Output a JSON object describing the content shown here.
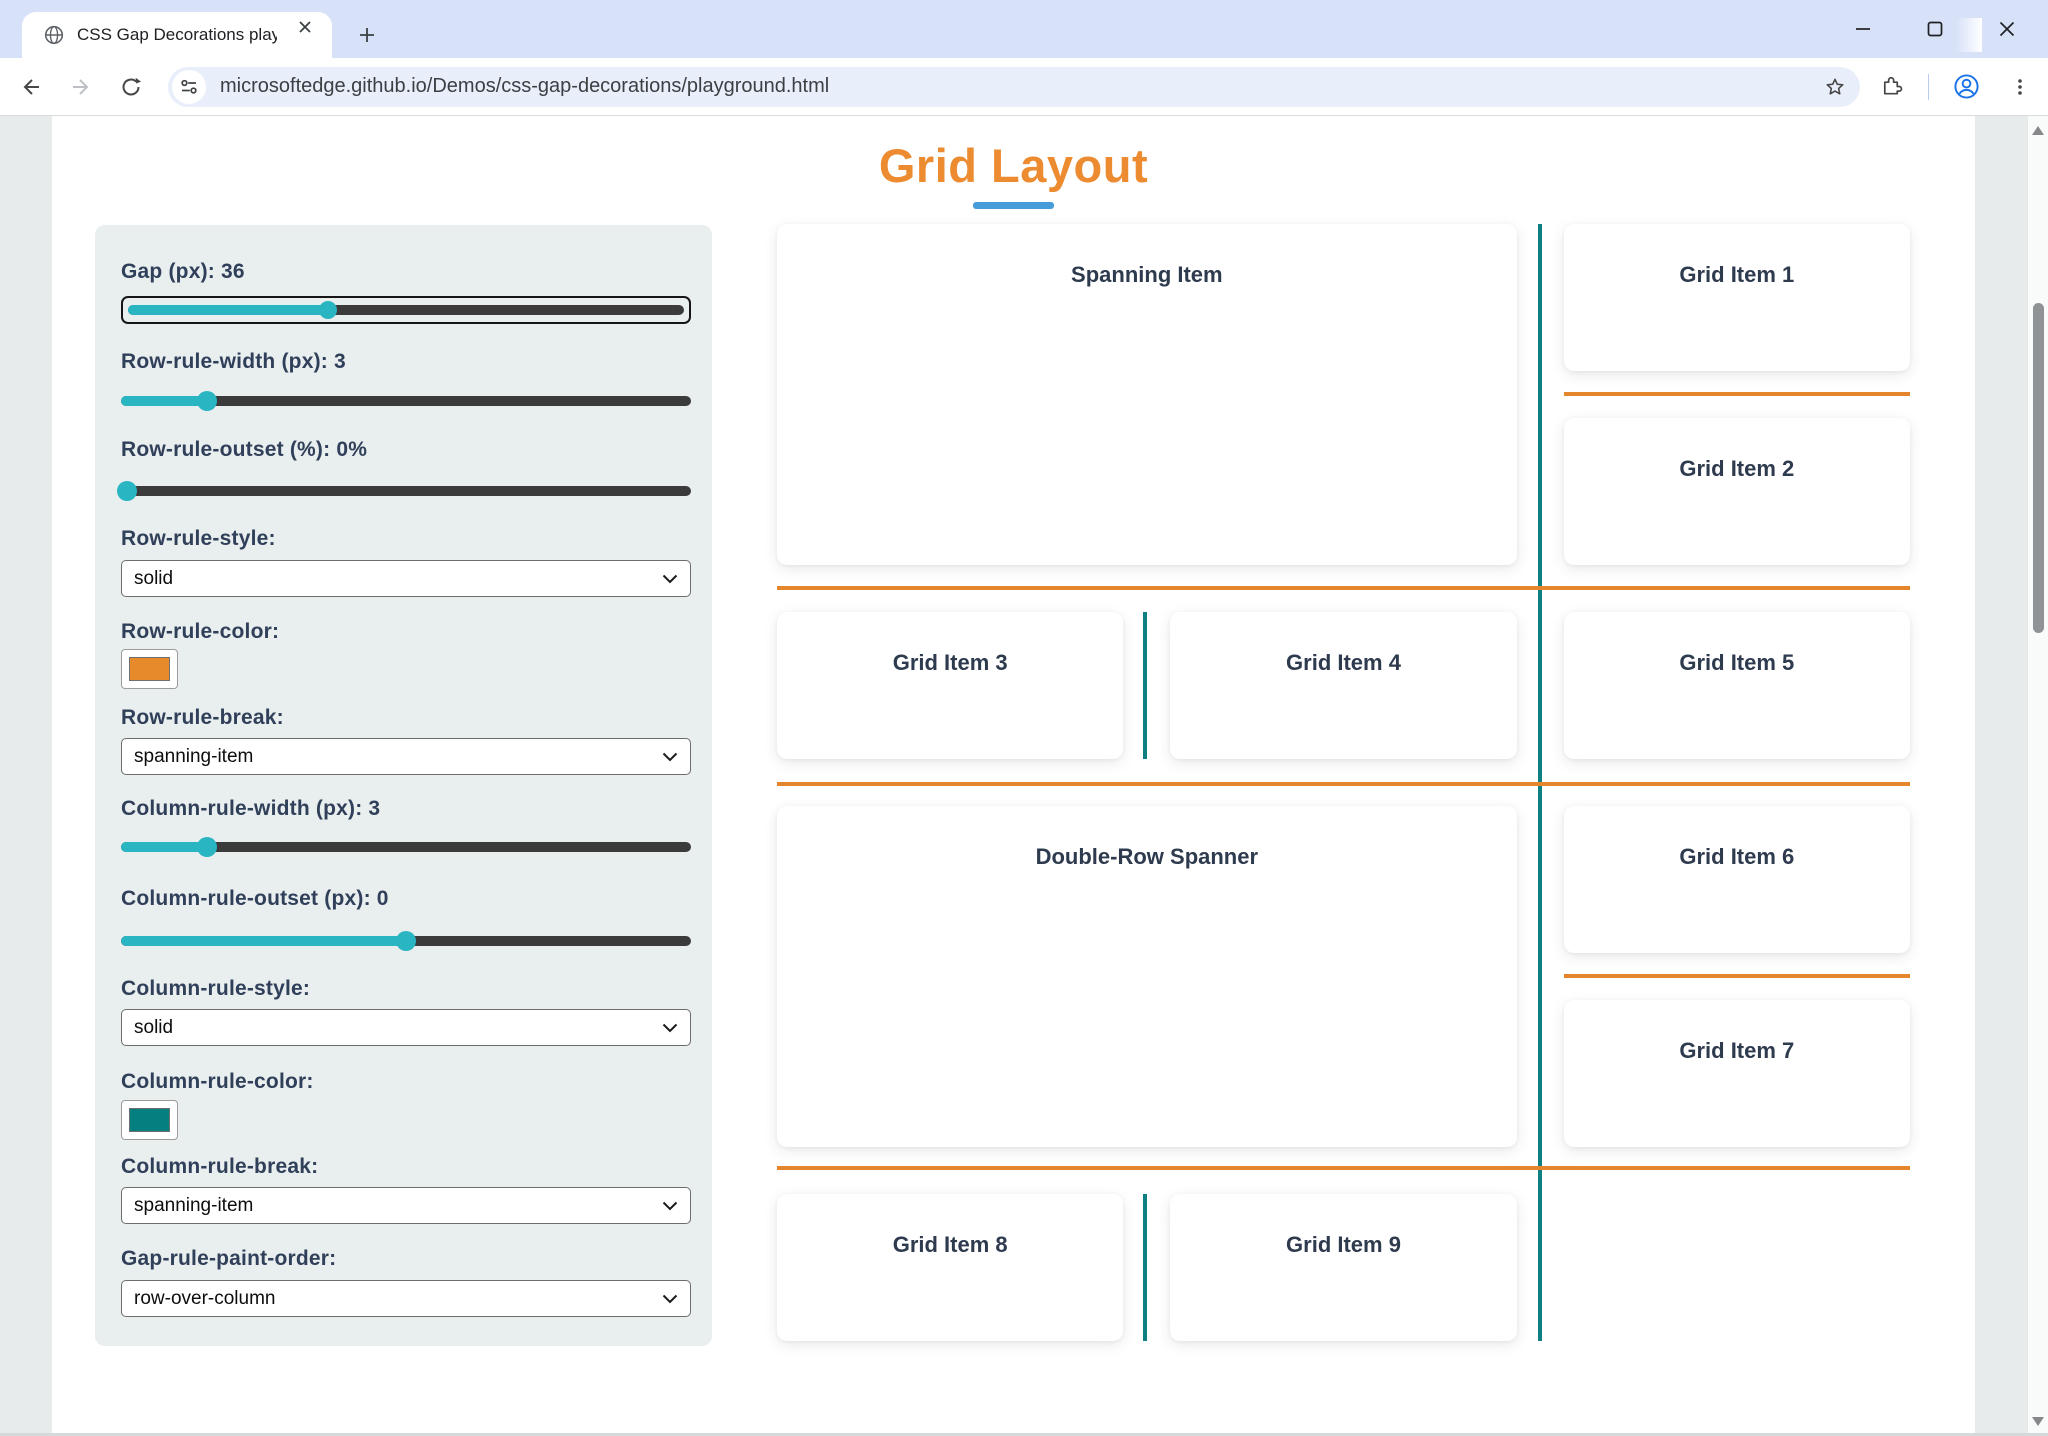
{
  "browser": {
    "tab": {
      "title": "CSS Gap Decorations playgroun"
    },
    "address": {
      "url": "microsoftedge.github.io/Demos/css-gap-decorations/playground.html"
    }
  },
  "page": {
    "title": "Grid Layout"
  },
  "colors": {
    "title_orange": "#ec8b30",
    "underline_blue": "#459cd9",
    "slider_teal": "#2ab5c3",
    "rule_orange": "#e5862c",
    "rule_teal": "#0e7f83",
    "swatch_orange": "#e78a2c",
    "swatch_teal": "#067f81"
  },
  "sidebar": {
    "groups": [
      {
        "label": "Gap (px): 36",
        "type": "slider",
        "pct": 36
      },
      {
        "label": "Row-rule-width (px): 3",
        "type": "slider",
        "pct": 15
      },
      {
        "label": "Row-rule-outset (%): 0%",
        "type": "slider",
        "pct": 1
      },
      {
        "label": "Row-rule-style:",
        "type": "select",
        "value": "solid"
      },
      {
        "label": "Row-rule-color:",
        "type": "color",
        "value": "#e78a2c"
      },
      {
        "label": "Row-rule-break:",
        "type": "select",
        "value": "spanning-item"
      },
      {
        "label": "Column-rule-width (px): 3",
        "type": "slider",
        "pct": 15
      },
      {
        "label": "Column-rule-outset (px): 0",
        "type": "slider",
        "pct": 50
      },
      {
        "label": "Column-rule-style:",
        "type": "select",
        "value": "solid"
      },
      {
        "label": "Column-rule-color:",
        "type": "color",
        "value": "#067f81"
      },
      {
        "label": "Column-rule-break:",
        "type": "select",
        "value": "spanning-item"
      },
      {
        "label": "Gap-rule-paint-order:",
        "type": "select",
        "value": "row-over-column"
      }
    ]
  },
  "grid": {
    "cards": [
      {
        "label": "Spanning Item"
      },
      {
        "label": "Grid Item 1"
      },
      {
        "label": "Grid Item 2"
      },
      {
        "label": "Grid Item 3"
      },
      {
        "label": "Grid Item 4"
      },
      {
        "label": "Grid Item 5"
      },
      {
        "label": "Double-Row Spanner"
      },
      {
        "label": "Grid Item 6"
      },
      {
        "label": "Grid Item 7"
      },
      {
        "label": "Grid Item 8"
      },
      {
        "label": "Grid Item 9"
      }
    ]
  }
}
